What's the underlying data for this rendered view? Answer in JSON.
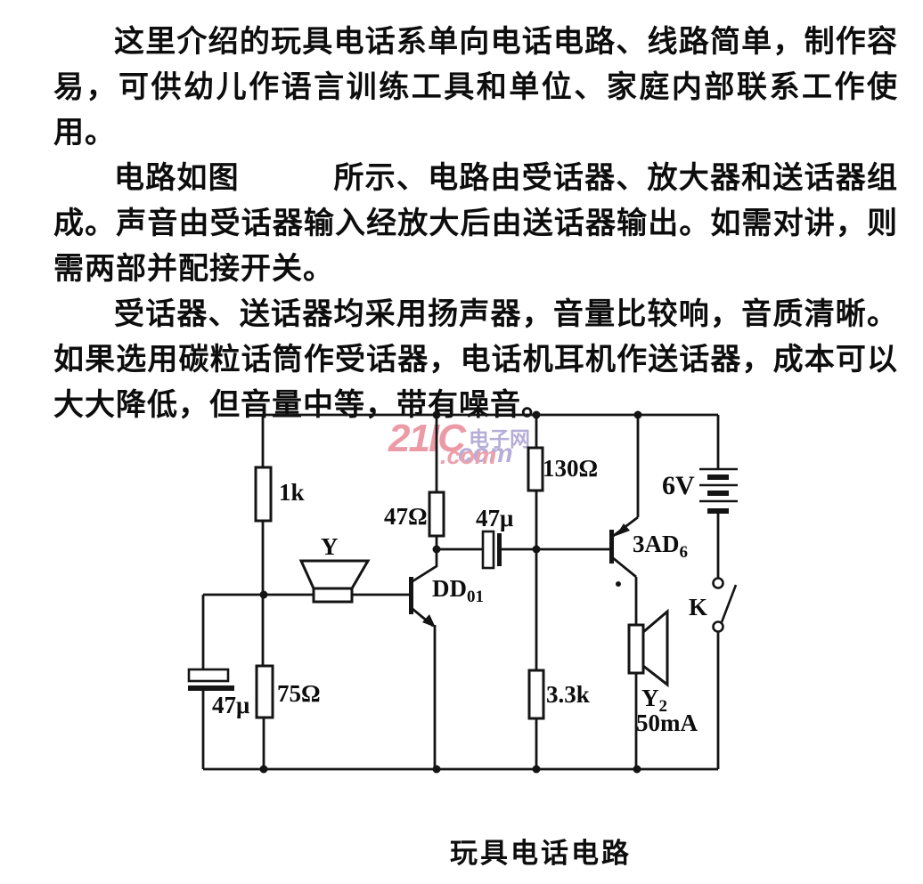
{
  "article": {
    "paragraphs": [
      "这里介绍的玩具电话系单向电话电路、线路简单，制作容易，可供幼儿作语言训练工具和单位、家庭内部联系工作使用。",
      "电路如图　　　所示、电路由受话器、放大器和送话器组成。声音由受话器输入经放大后由送话器输出。如需对讲，则需两部并配接开关。",
      "受话器、送话器均采用扬声器，音量比较响，音质清晰。如果选用碳粒话筒作受话器，电话机耳机作送话器，成本可以大大降低，但音量中等，带有噪音。"
    ]
  },
  "watermark": {
    "brand": "21IC",
    "site_cn": "电子网",
    "suffix_pink": ".com",
    "suffix_lavender": "com",
    "colors": {
      "pink": "#ec9ba6",
      "lavender": "#b6aed8"
    }
  },
  "circuit": {
    "labels": {
      "r1": "1k",
      "r2": "47Ω",
      "c1": "47μ",
      "r3": "130Ω",
      "battery": "6V",
      "q1_name": "DD",
      "q1_sub": "01",
      "q2_name": "3AD",
      "q2_sub": "6",
      "switch": "K",
      "speaker_in": "Y",
      "r4": "75Ω",
      "c2": "47μ",
      "r5": "3.3k",
      "speaker_out": "Y",
      "speaker_out_sub": "2",
      "speaker_out_current": "50mA"
    }
  },
  "caption": "玩具电话电路"
}
